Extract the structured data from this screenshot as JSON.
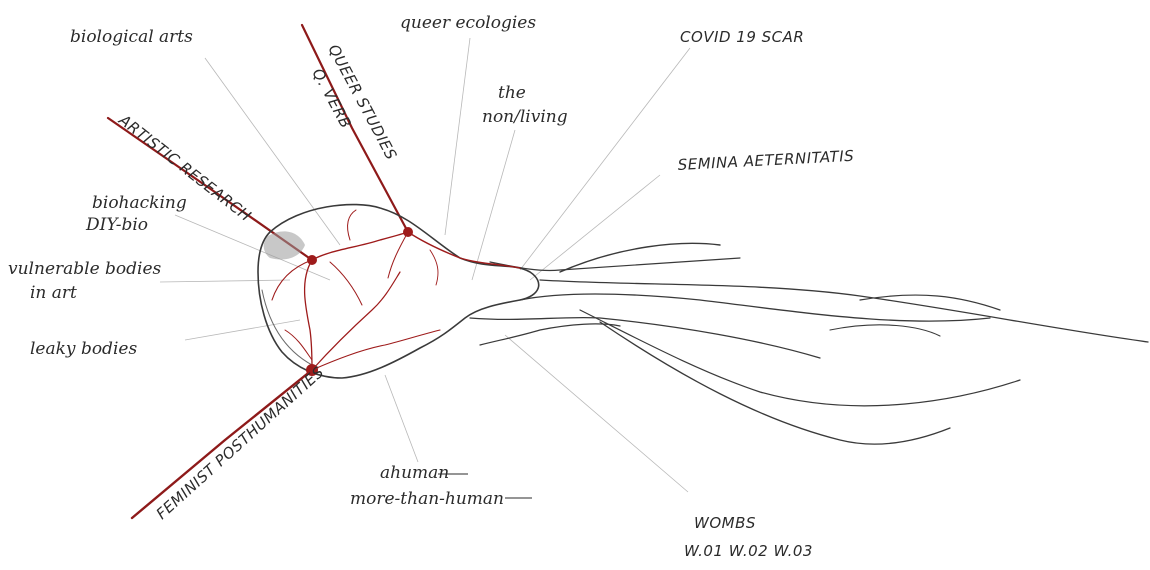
{
  "colors": {
    "ink": "#2b2b2b",
    "blood": "#9e1b1b",
    "paper": "#ffffff"
  },
  "labels": {
    "biological_arts": "biological arts",
    "queer_ecologies": "queer ecologies",
    "covid_scar": "COVID 19 SCAR",
    "queer_studies": "QUEER STUDIES",
    "q_verb": "Q. VERB",
    "the_non_living_1": "the",
    "the_non_living_2": "non/living",
    "semina_aeternitatis": "SEMINA AETERNITATIS",
    "artistic_research": "ARTISTIC RESEARCH",
    "biohacking_1": "biohacking",
    "biohacking_2": "DIY-bio",
    "vulnerable_bodies_1": "vulnerable bodies",
    "vulnerable_bodies_2": "in art",
    "leaky_bodies": "leaky bodies",
    "feminist_posthumanities": "FEMINIST POSTHUMANITIES",
    "ahuman_1": "ahuman",
    "ahuman_2": "more-than-human",
    "wombs_title": "WOMBS",
    "wombs_sub": "W.01 W.02 W.03"
  }
}
